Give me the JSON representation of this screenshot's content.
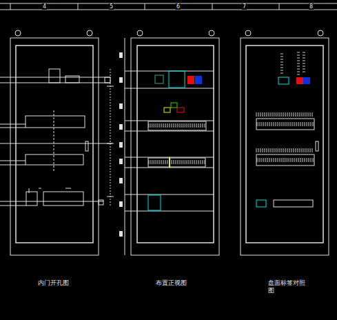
{
  "diagram": {
    "nodes": [
      {
        "text": [
          "内门开孔图"
        ]
      },
      {
        "text": [
          "布置正视图"
        ]
      },
      {
        "text": [
          "盘面标签对照图"
        ]
      }
    ],
    "labels": [
      "4",
      "5",
      "6",
      "7",
      "8"
    ]
  }
}
